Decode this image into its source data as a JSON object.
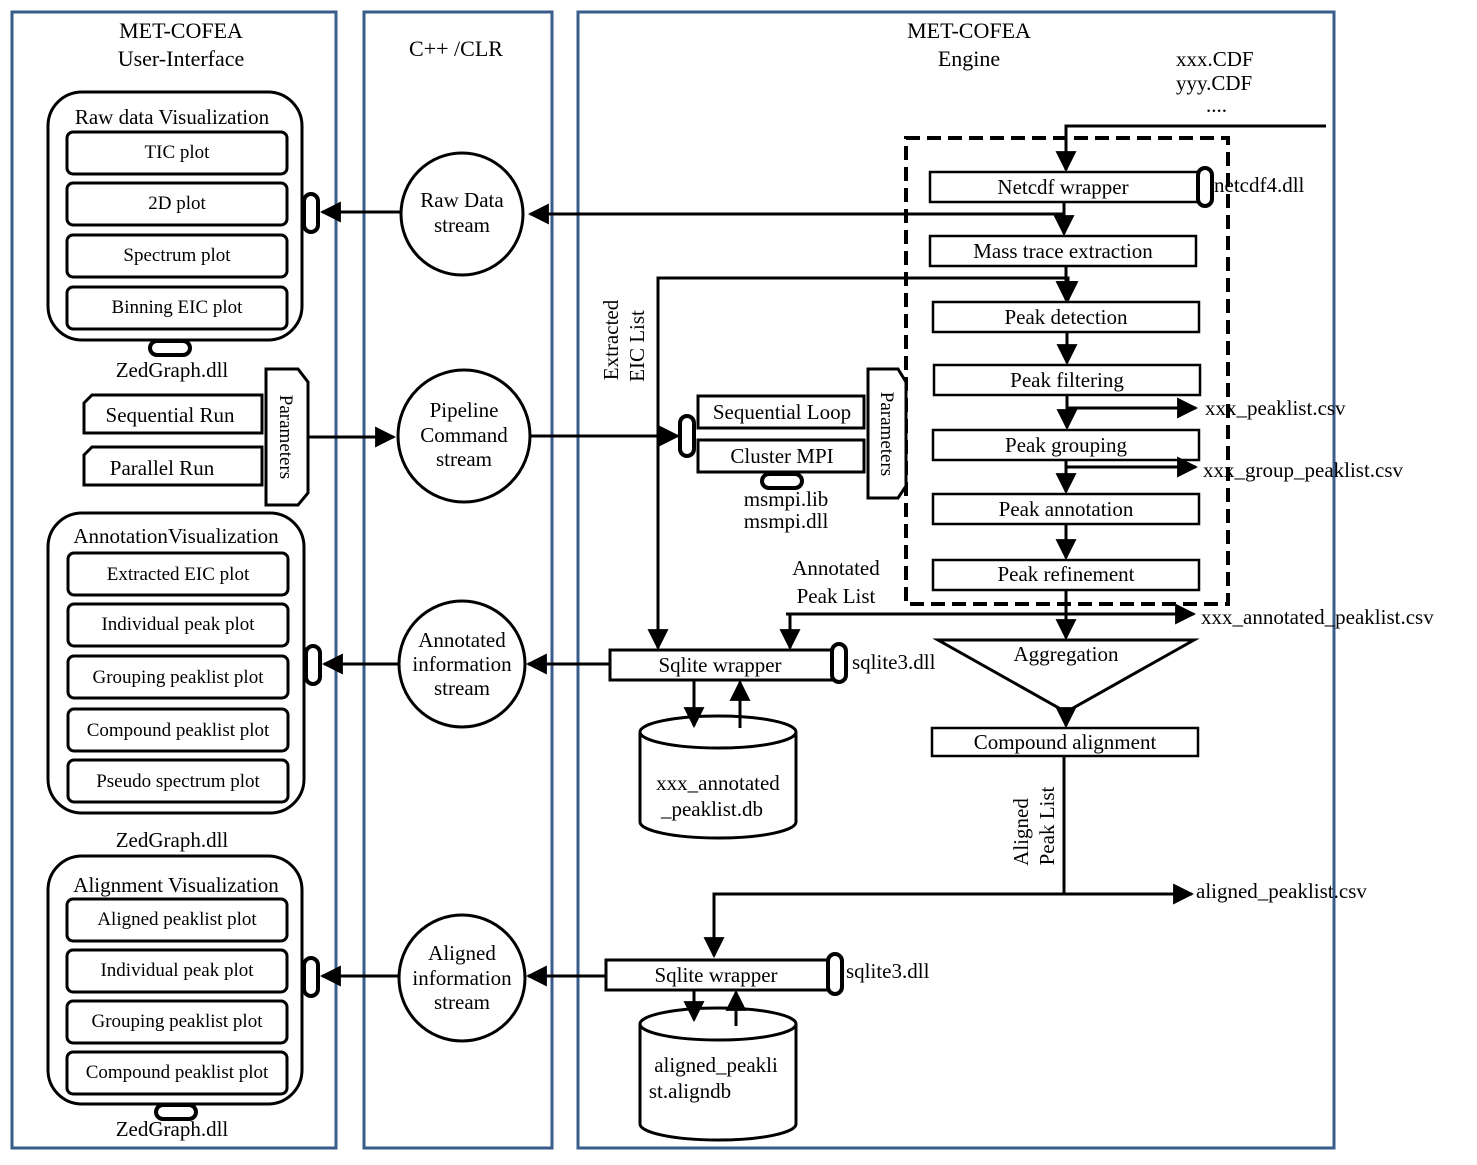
{
  "colors": {
    "panel_border": "#3a5c8c",
    "ink": "#000000",
    "background": "#ffffff"
  },
  "panels": {
    "ui": {
      "line1": "MET-COFEA",
      "line2": "User-Interface"
    },
    "clr": {
      "line1": "C++ /CLR"
    },
    "engine": {
      "line1": "MET-COFEA",
      "line2": "Engine"
    }
  },
  "raw_vis": {
    "title": "Raw data Visualization",
    "items": [
      "TIC plot",
      "2D plot",
      "Spectrum plot",
      "Binning EIC plot"
    ],
    "dll": "ZedGraph.dll"
  },
  "runs": {
    "sequential": "Sequential Run",
    "parallel": "Parallel Run",
    "parameters": "Parameters"
  },
  "annot_vis": {
    "title": "AnnotationVisualization",
    "items": [
      "Extracted EIC plot",
      "Individual peak plot",
      "Grouping peaklist plot",
      "Compound peaklist plot",
      "Pseudo spectrum plot"
    ],
    "dll": "ZedGraph.dll"
  },
  "align_vis": {
    "title": "Alignment Visualization",
    "items": [
      "Aligned peaklist plot",
      "Individual peak plot",
      "Grouping peaklist plot",
      "Compound peaklist plot"
    ],
    "dll": "ZedGraph.dll"
  },
  "streams": {
    "raw": [
      "Raw Data",
      "stream"
    ],
    "pipeline": [
      "Pipeline",
      "Command",
      "stream"
    ],
    "annotated": [
      "Annotated",
      "information",
      "stream"
    ],
    "aligned": [
      "Aligned",
      "information",
      "stream"
    ]
  },
  "inputs": [
    "xxx.CDF",
    "yyy.CDF",
    "...."
  ],
  "pipeline_steps": [
    "Netcdf wrapper",
    "Mass trace extraction",
    "Peak detection",
    "Peak filtering",
    "Peak grouping",
    "Peak annotation",
    "Peak refinement"
  ],
  "netcdf_dll": "netcdf4.dll",
  "outputs": {
    "peaklist": "xxx_peaklist.csv",
    "group_peaklist": "xxx_group_peaklist.csv",
    "annotated_peaklist": "xxx_annotated_peaklist.csv",
    "aligned_peaklist": "aligned_peaklist.csv"
  },
  "aggregation": "Aggregation",
  "compound_alignment": "Compound alignment",
  "aligned_peak_list": [
    "Aligned",
    "Peak List"
  ],
  "extracted_eic": [
    "Extracted",
    "EIC List"
  ],
  "annotated_peak_list": [
    "Annotated",
    "Peak List"
  ],
  "execution": {
    "sequential": "Sequential Loop",
    "cluster": "Cluster MPI",
    "parameters": "Parameters",
    "libs": [
      "msmpi.lib",
      "msmpi.dll"
    ]
  },
  "sqlite_top": {
    "label": "Sqlite wrapper",
    "dll": "sqlite3.dll",
    "db": [
      "xxx_annotated",
      "_peaklist.db"
    ]
  },
  "sqlite_bottom": {
    "label": "Sqlite wrapper",
    "dll": "sqlite3.dll",
    "db": [
      "aligned_peakli",
      "st.aligndb"
    ]
  }
}
